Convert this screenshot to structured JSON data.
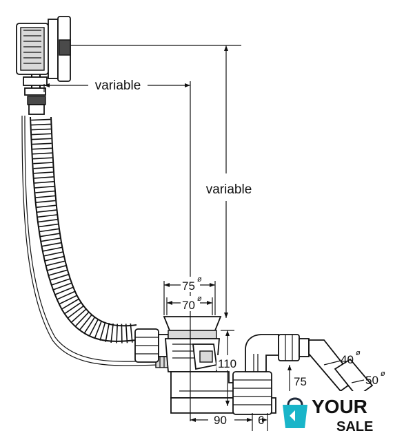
{
  "labels": {
    "variable_horizontal": "variable",
    "variable_vertical": "variable",
    "dia_75": "75",
    "dia_70": "70",
    "dia_40": "40",
    "dia_50": "50",
    "height_110": "110",
    "height_75": "75",
    "width_90": "90",
    "width_6": "6",
    "dia_symbol": "ø"
  },
  "watermark": {
    "line1": "YOUR",
    "line2": "SALE",
    "color_dark": "#1f2a3a",
    "color_accent": "#19b5c9"
  },
  "colors": {
    "line": "#111111",
    "background": "#ffffff"
  }
}
